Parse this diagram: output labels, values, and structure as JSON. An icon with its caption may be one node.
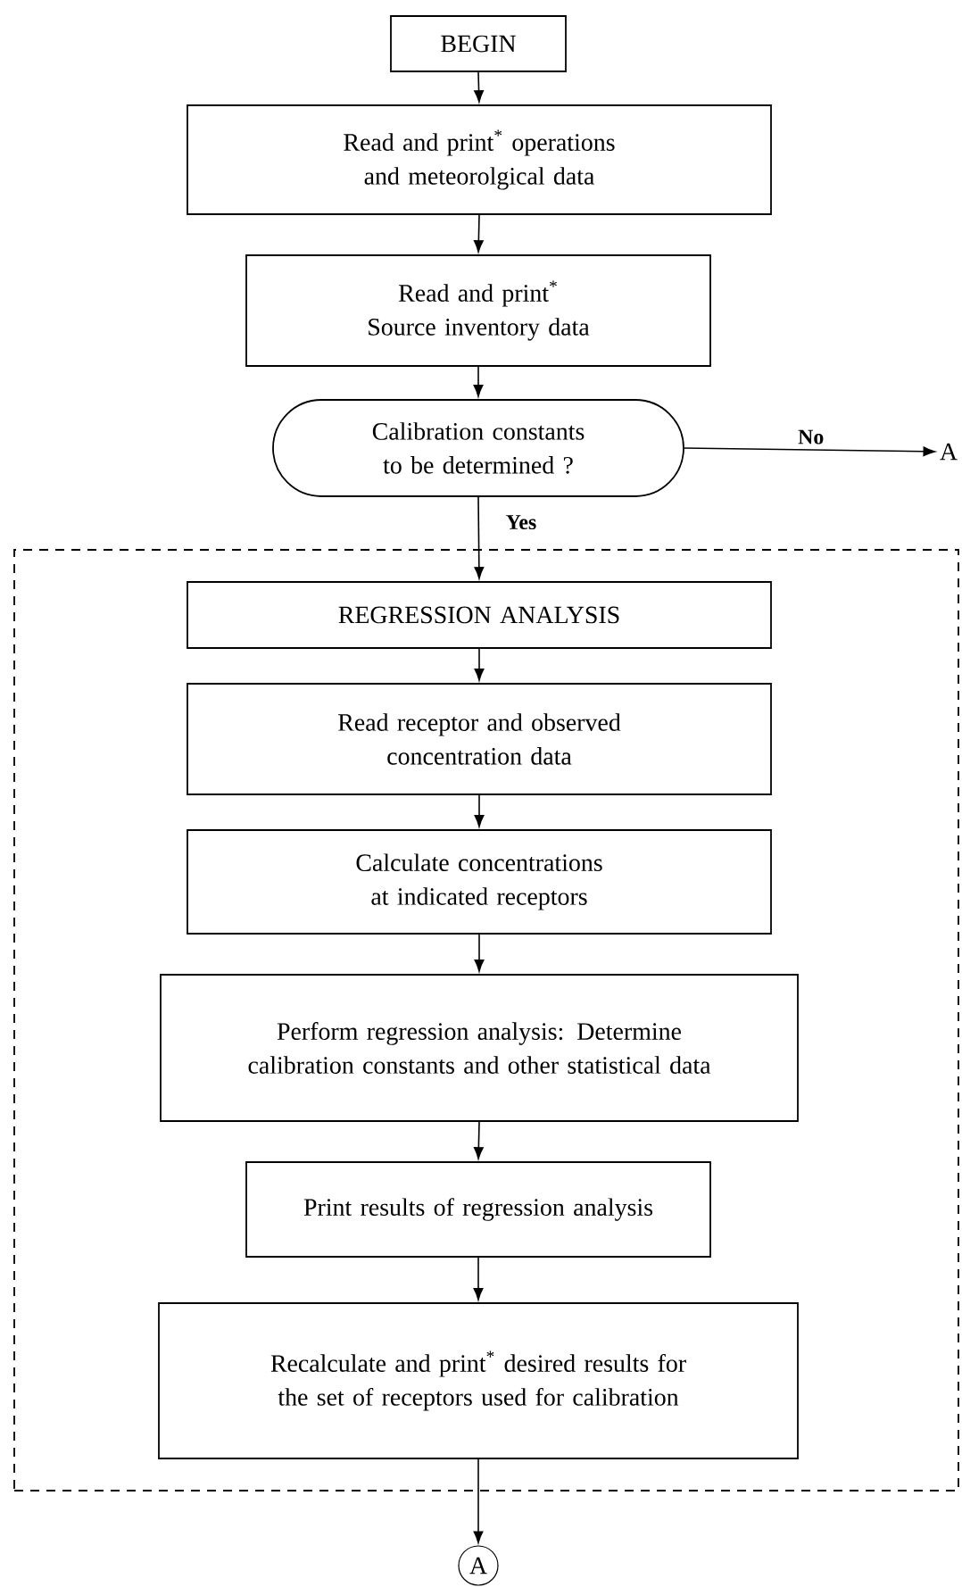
{
  "diagram": {
    "nodes": [
      {
        "text": [
          "BEGIN"
        ]
      },
      {
        "text": [
          "Read and print$^{*}$ operations and meteorolgical data"
        ]
      },
      {
        "text": [
          "Read and print$^{*}$ Source inventory data"
        ]
      },
      {
        "text": [
          "Calibration constants to be determined ?"
        ]
      },
      {
        "text": [
          "A"
        ]
      },
      {
        "text": [],
        "shape": "box"
      },
      {
        "text": [
          "REGRESSION ANALYSIS"
        ],
        "in": 5
      },
      {
        "text": [
          "Read receptor and observed concentration data"
        ],
        "in": 5
      },
      {
        "text": [
          "Calculate concentrations at indicated receptors"
        ],
        "in": 5
      },
      {
        "text": [
          "Perform regression analysis: Determine calibration constants and other statistical data"
        ],
        "in": 5
      },
      {
        "text": [
          "Print results of regression analysis"
        ],
        "in": 5
      },
      {
        "text": [
          "Recalculate and print$^{*}$ desired results for the set of receptors used for calibration"
        ],
        "in": 5
      },
      {
        "text": [
          "A"
        ]
      }
    ],
    "edges": [
      {
        "from": 0,
        "to": 1,
        "arrow": "to"
      },
      {
        "from": 1,
        "to": 2,
        "arrow": "to"
      },
      {
        "from": 2,
        "to": 3,
        "arrow": "to"
      },
      {
        "from": 3,
        "to": 4,
        "arrow": "to",
        "label": "No"
      },
      {
        "from": 3,
        "to": 6,
        "arrow": "to",
        "label": "Yes"
      },
      {
        "from": 6,
        "to": 7,
        "arrow": "to"
      },
      {
        "from": 7,
        "to": 8,
        "arrow": "to"
      },
      {
        "from": 8,
        "to": 9,
        "arrow": "to"
      },
      {
        "from": 9,
        "to": 10,
        "arrow": "to"
      },
      {
        "from": 10,
        "to": 11,
        "arrow": "to"
      },
      {
        "from": 11,
        "to": 12,
        "arrow": "to"
      }
    ]
  }
}
